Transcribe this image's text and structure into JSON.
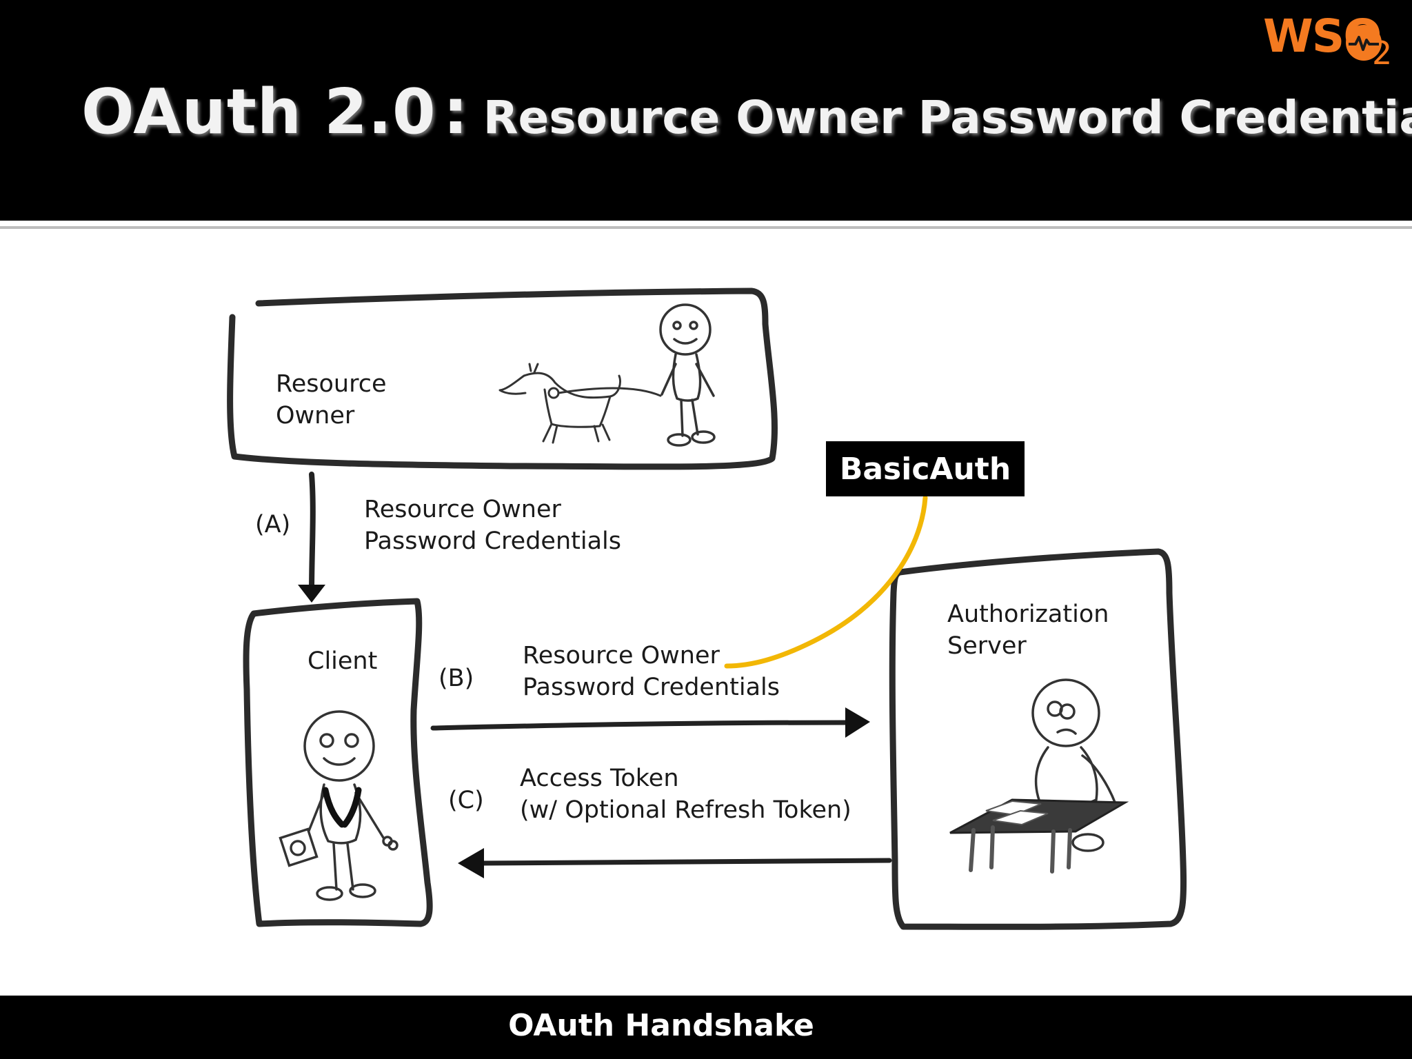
{
  "slide": {
    "title_main": "OAuth 2.0",
    "title_separator": ":",
    "title_sub": "Resource Owner Password Credentials",
    "footer": "OAuth Handshake",
    "logo": {
      "text": "WSO",
      "subscript": "2",
      "color": "#f47a20"
    }
  },
  "diagram": {
    "resource_owner": {
      "line1": "Resource",
      "line2": "Owner"
    },
    "client": {
      "label": "Client"
    },
    "authorization_server": {
      "line1": "Authorization",
      "line2": "Server"
    },
    "step_a": {
      "marker": "(A)",
      "line1": "Resource Owner",
      "line2": "Password Credentials"
    },
    "step_b": {
      "marker": "(B)",
      "line1": "Resource Owner",
      "line2": "Password Credentials"
    },
    "step_c": {
      "marker": "(C)",
      "line1": "Access Token",
      "line2": "(w/ Optional Refresh Token)"
    },
    "callout": {
      "label": "BasicAuth",
      "connector_color": "#f2b705"
    }
  }
}
